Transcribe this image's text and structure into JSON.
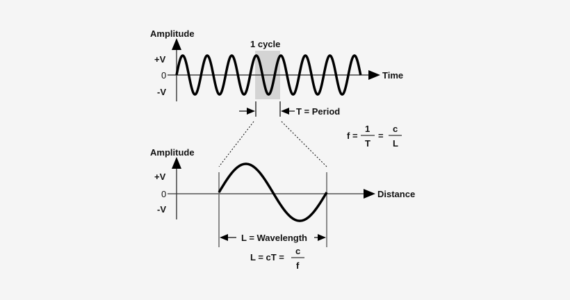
{
  "top_plot": {
    "y_axis_label": "Amplitude",
    "plus_label": "+V",
    "zero_label": "0",
    "minus_label": "-V",
    "x_axis_label": "Time",
    "cycle_label": "1 cycle",
    "period_label": "T = Period",
    "cycles_shown": 7.5
  },
  "formula_frequency": {
    "lhs": "f =",
    "frac1_num": "1",
    "frac1_den": "T",
    "equals": "=",
    "frac2_num": "c",
    "frac2_den": "L"
  },
  "bottom_plot": {
    "y_axis_label": "Amplitude",
    "plus_label": "+V",
    "zero_label": "0",
    "minus_label": "-V",
    "x_axis_label": "Distance",
    "wavelength_label": "L = Wavelength",
    "cycles_shown": 1
  },
  "formula_wavelength": {
    "lhs": "L = cT =",
    "frac_num": "c",
    "frac_den": "f"
  },
  "colors": {
    "background": "#f5f5f5",
    "wave": "#000000",
    "axis": "#333333",
    "highlight": "#d4d4d4"
  }
}
